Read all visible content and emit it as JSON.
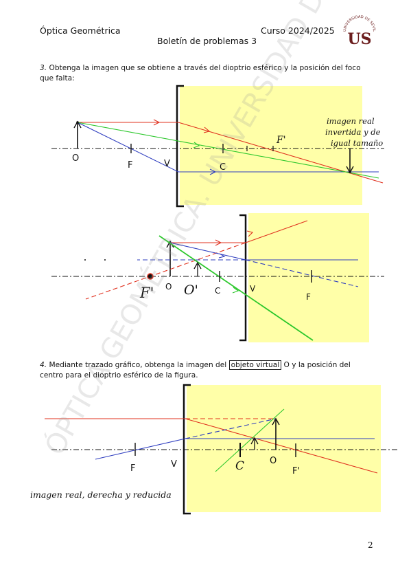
{
  "header": {
    "course_title": "Óptica Geométrica",
    "course_year": "Curso 2024/2025",
    "sheet_title": "Boletín de problemas 3",
    "logo_text": "UNIVERSIDAD DE SEVILLA",
    "logo_letters": "US"
  },
  "problem3": {
    "number": "3.",
    "text": "Obtenga la imagen que se obtiene a través del dioptrio esférico y la posición del foco que falta:",
    "fig1": {
      "labels": {
        "O": "O",
        "F": "F",
        "V": "V",
        "C": "C",
        "Fp": "F'"
      },
      "note_lines": [
        "imagen real",
        "invertida y de",
        "igual tamaño"
      ]
    },
    "fig2": {
      "labels": {
        "Fp": "F'",
        "O": "O",
        "Op": "O'",
        "C": "C",
        "V": "V",
        "F": "F"
      }
    }
  },
  "problem4": {
    "number": "4.",
    "text_before": "Mediante trazado gráfico, obtenga la imagen del",
    "text_boxed": "objeto virtual",
    "text_after": "O y la posición del centro para el dioptrio esférico de la figura.",
    "fig3": {
      "labels": {
        "F": "F",
        "V": "V",
        "C": "C",
        "O": "O",
        "Fp": "F'"
      },
      "note": "imagen real, derecha y reducida"
    }
  },
  "watermark": "ÓPTICA GEOMÉTRICA. UNIVERSIDAD DE SEVILLA",
  "page_number": "2",
  "colors": {
    "glass": "#FFFFA8",
    "red": "#E0301E",
    "blue": "#2E3DBF",
    "green": "#2DC82D",
    "axis": "#111111"
  }
}
